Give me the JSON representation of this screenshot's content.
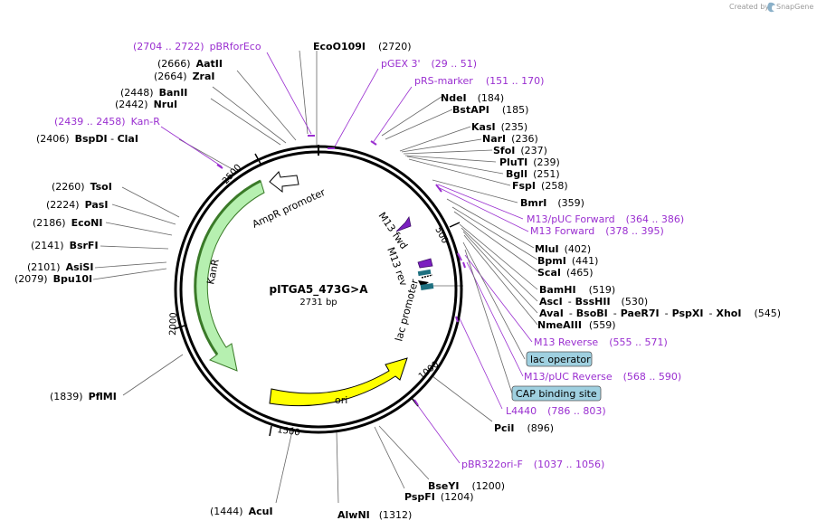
{
  "credit": {
    "prefix": "Created by",
    "brand": "SnapGene",
    "icon": "snapgene-logo-icon"
  },
  "plasmid": {
    "name": "pITGA5_473G>A",
    "size_label": "2731 bp",
    "length": 2731
  },
  "colors": {
    "backbone": "#000000",
    "enzyme": "#000000",
    "primer": "#9a2fd0",
    "marker": "#b6f0b0",
    "marker_edge": "#3a7a28",
    "ori": "#ffff00",
    "promoter": "#ffffff",
    "operator": "#9fd0e0",
    "leader": "#606060"
  },
  "ticks": [
    "500",
    "1000",
    "1500",
    "2000",
    "2500"
  ],
  "features": {
    "ampr_promoter": "AmpR promoter",
    "kanr": "KanR",
    "ori": "ori",
    "lac_promoter": "lac promoter",
    "m13_fwd": "M13 fwd",
    "m13_rev": "M13 rev"
  },
  "enzyme_names": {
    "ecoo109i": "EcoO109I",
    "ecoo109i_pos": "(2720)",
    "aatii": "AatII",
    "aatii_pos": "(2666)",
    "zrai": "ZraI",
    "zrai_pos": "(2664)",
    "banii": "BanII",
    "banii_pos": "(2448)",
    "nrui": "NruI",
    "nrui_pos": "(2442)",
    "bspdi_pos": "(2406)",
    "bspdi": "BspDI",
    "clai_sep": " - ",
    "clai": "ClaI",
    "tsoi": "TsoI",
    "tsoi_pos": "(2260)",
    "pasi": "PasI",
    "pasi_pos": "(2224)",
    "econi": "EcoNI",
    "econi_pos": "(2186)",
    "bsrfi": "BsrFI",
    "bsrfi_pos": "(2141)",
    "asisi": "AsiSI",
    "asisi_pos": "(2101)",
    "bpu10i": "Bpu10I",
    "bpu10i_pos": "(2079)",
    "pflmi": "PflMI",
    "pflmi_pos": "(1839)",
    "acui": "AcuI",
    "acui_pos": "(1444)",
    "alwni": "AlwNI",
    "alwni_pos": "(1312)",
    "pspfi": "PspFI",
    "pspfi_pos": "(1204)",
    "bseyi": "BseYI",
    "bseyi_pos": "(1200)",
    "pcii": "PciI",
    "pcii_pos": "(896)",
    "ndei": "NdeI",
    "ndei_pos": "(184)",
    "bstapi": "BstAPI",
    "bstapi_pos": "(185)",
    "kasi": "KasI",
    "kasi_pos": "(235)",
    "nari": "NarI",
    "nari_pos": "(236)",
    "sfoi": "SfoI",
    "sfoi_pos": "(237)",
    "pluti": "PluTI",
    "pluti_pos": "(239)",
    "bgli": "BglI",
    "bgli_pos": "(251)",
    "fspi": "FspI",
    "fspi_pos": "(258)",
    "bmri": "BmrI",
    "bmri_pos": "(359)",
    "mlui": "MluI",
    "mlui_pos": "(402)",
    "bpmi": "BpmI",
    "bpmi_pos": "(441)",
    "scai": "ScaI",
    "scai_pos": "(465)",
    "bamhi": "BamHI",
    "bamhi_pos": "(519)",
    "asci": "AscI",
    "bsshii": "BssHII",
    "asci_pos": "(530)",
    "avai": "AvaI",
    "bsobi": "BsoBI",
    "paer7i": "PaeR7I",
    "pspxi": "PspXI",
    "xhoi": "XhoI",
    "avai_pos": "(545)",
    "nmeaiii": "NmeAIII",
    "nmeaiii_pos": "(559)",
    "dash": "-"
  },
  "primer_labels": {
    "pbrforeco": "pBRforEco",
    "pbrforeco_range": "(2704 .. 2722)",
    "pgex3": "pGEX 3'",
    "pgex3_range": "(29 .. 51)",
    "prsmarker": "pRS-marker",
    "prsmarker_range": "(151 .. 170)",
    "kanr_primer": "Kan-R",
    "kanr_range": "(2439 .. 2458)",
    "m13puc_fwd": "M13/pUC Forward",
    "m13puc_fwd_range": "(364 .. 386)",
    "m13_forward": "M13 Forward",
    "m13_forward_range": "(378 .. 395)",
    "m13_reverse": "M13 Reverse",
    "m13_reverse_range": "(555 .. 571)",
    "m13puc_rev": "M13/pUC Reverse",
    "m13puc_rev_range": "(568 .. 590)",
    "l4440": "L4440",
    "l4440_range": "(786 .. 803)",
    "pbr322ori": "pBR322ori-F",
    "pbr322ori_range": "(1037 .. 1056)"
  },
  "boxed_labels": {
    "lac_operator": "lac operator",
    "cap_site": "CAP binding site"
  }
}
